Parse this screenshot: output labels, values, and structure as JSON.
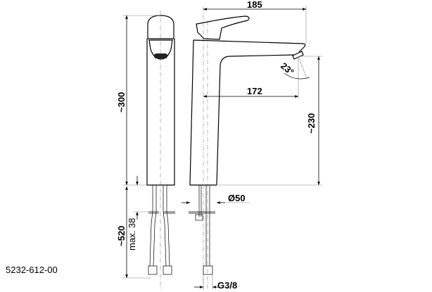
{
  "drawing": {
    "article_number": "5232-612-00",
    "dimensions": {
      "spout_total_reach": "185",
      "spout_reach_outlet": "172",
      "outlet_height": "~230",
      "total_height": "~300",
      "hose_length": "~520",
      "max_counter_thickness": "max. 38",
      "base_diameter": "Ø50",
      "connection_thread": "G3/8",
      "spout_angle": "23°"
    }
  }
}
